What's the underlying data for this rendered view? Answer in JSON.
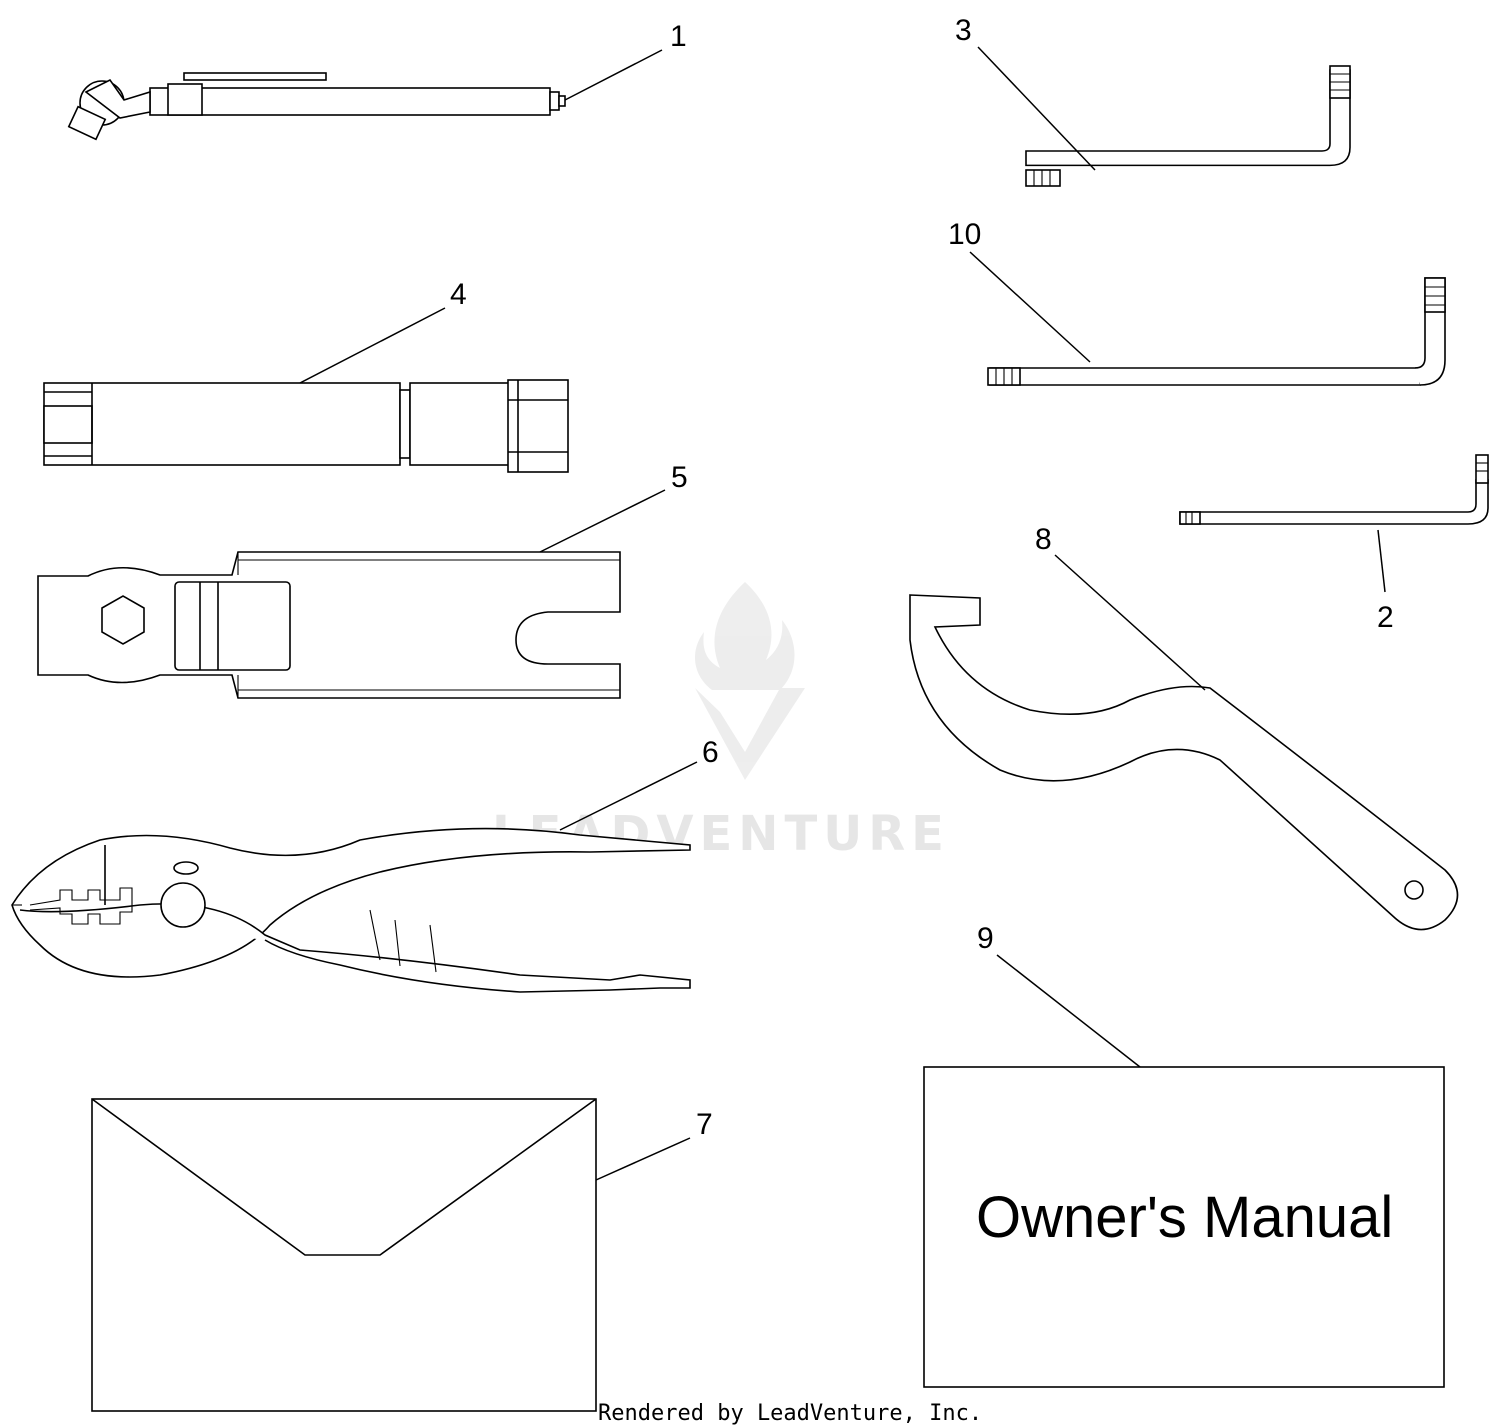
{
  "callouts": {
    "c1": "1",
    "c2": "2",
    "c3": "3",
    "c4": "4",
    "c5": "5",
    "c6": "6",
    "c7": "7",
    "c8": "8",
    "c9": "9",
    "c10": "10"
  },
  "manual": {
    "title": "Owner's Manual"
  },
  "watermark": {
    "text": "LEADVENTURE"
  },
  "credit": "Rendered by LeadVenture, Inc.",
  "colors": {
    "line": "#000000",
    "background": "#ffffff",
    "watermark": "#e6e6e6"
  }
}
